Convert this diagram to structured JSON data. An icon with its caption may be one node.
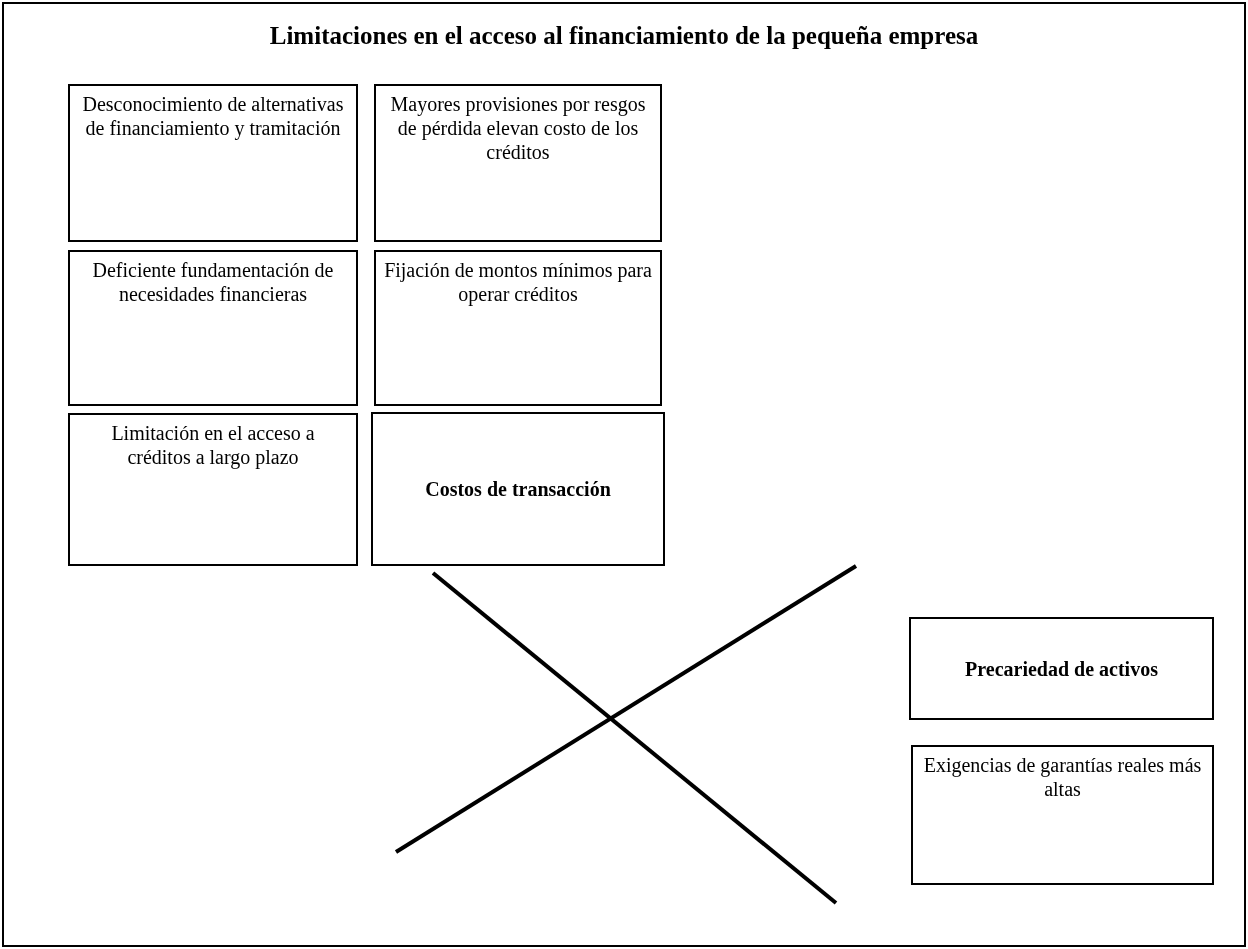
{
  "diagram": {
    "title": "Limitaciones en el acceso al financiamiento de la pequeña empresa",
    "nodes": [
      {
        "text": [
          "Desconocimiento de alternativas de financiamiento y tramitación"
        ]
      },
      {
        "text": [
          "Mayores provisiones por resgos de pérdida elevan costo de los créditos"
        ]
      },
      {
        "text": [
          "Deficiente fundamentación de necesidades financieras"
        ]
      },
      {
        "text": [
          "Fijación de montos mínimos para operar créditos"
        ]
      },
      {
        "text": [
          "Limitación en el acceso a créditos a largo plazo"
        ]
      },
      {
        "text": [
          "Costos de transacción"
        ]
      },
      {
        "text": [
          "Precariedad de activos"
        ]
      },
      {
        "text": [
          "Exigencias de garantías reales más altas"
        ]
      }
    ]
  }
}
